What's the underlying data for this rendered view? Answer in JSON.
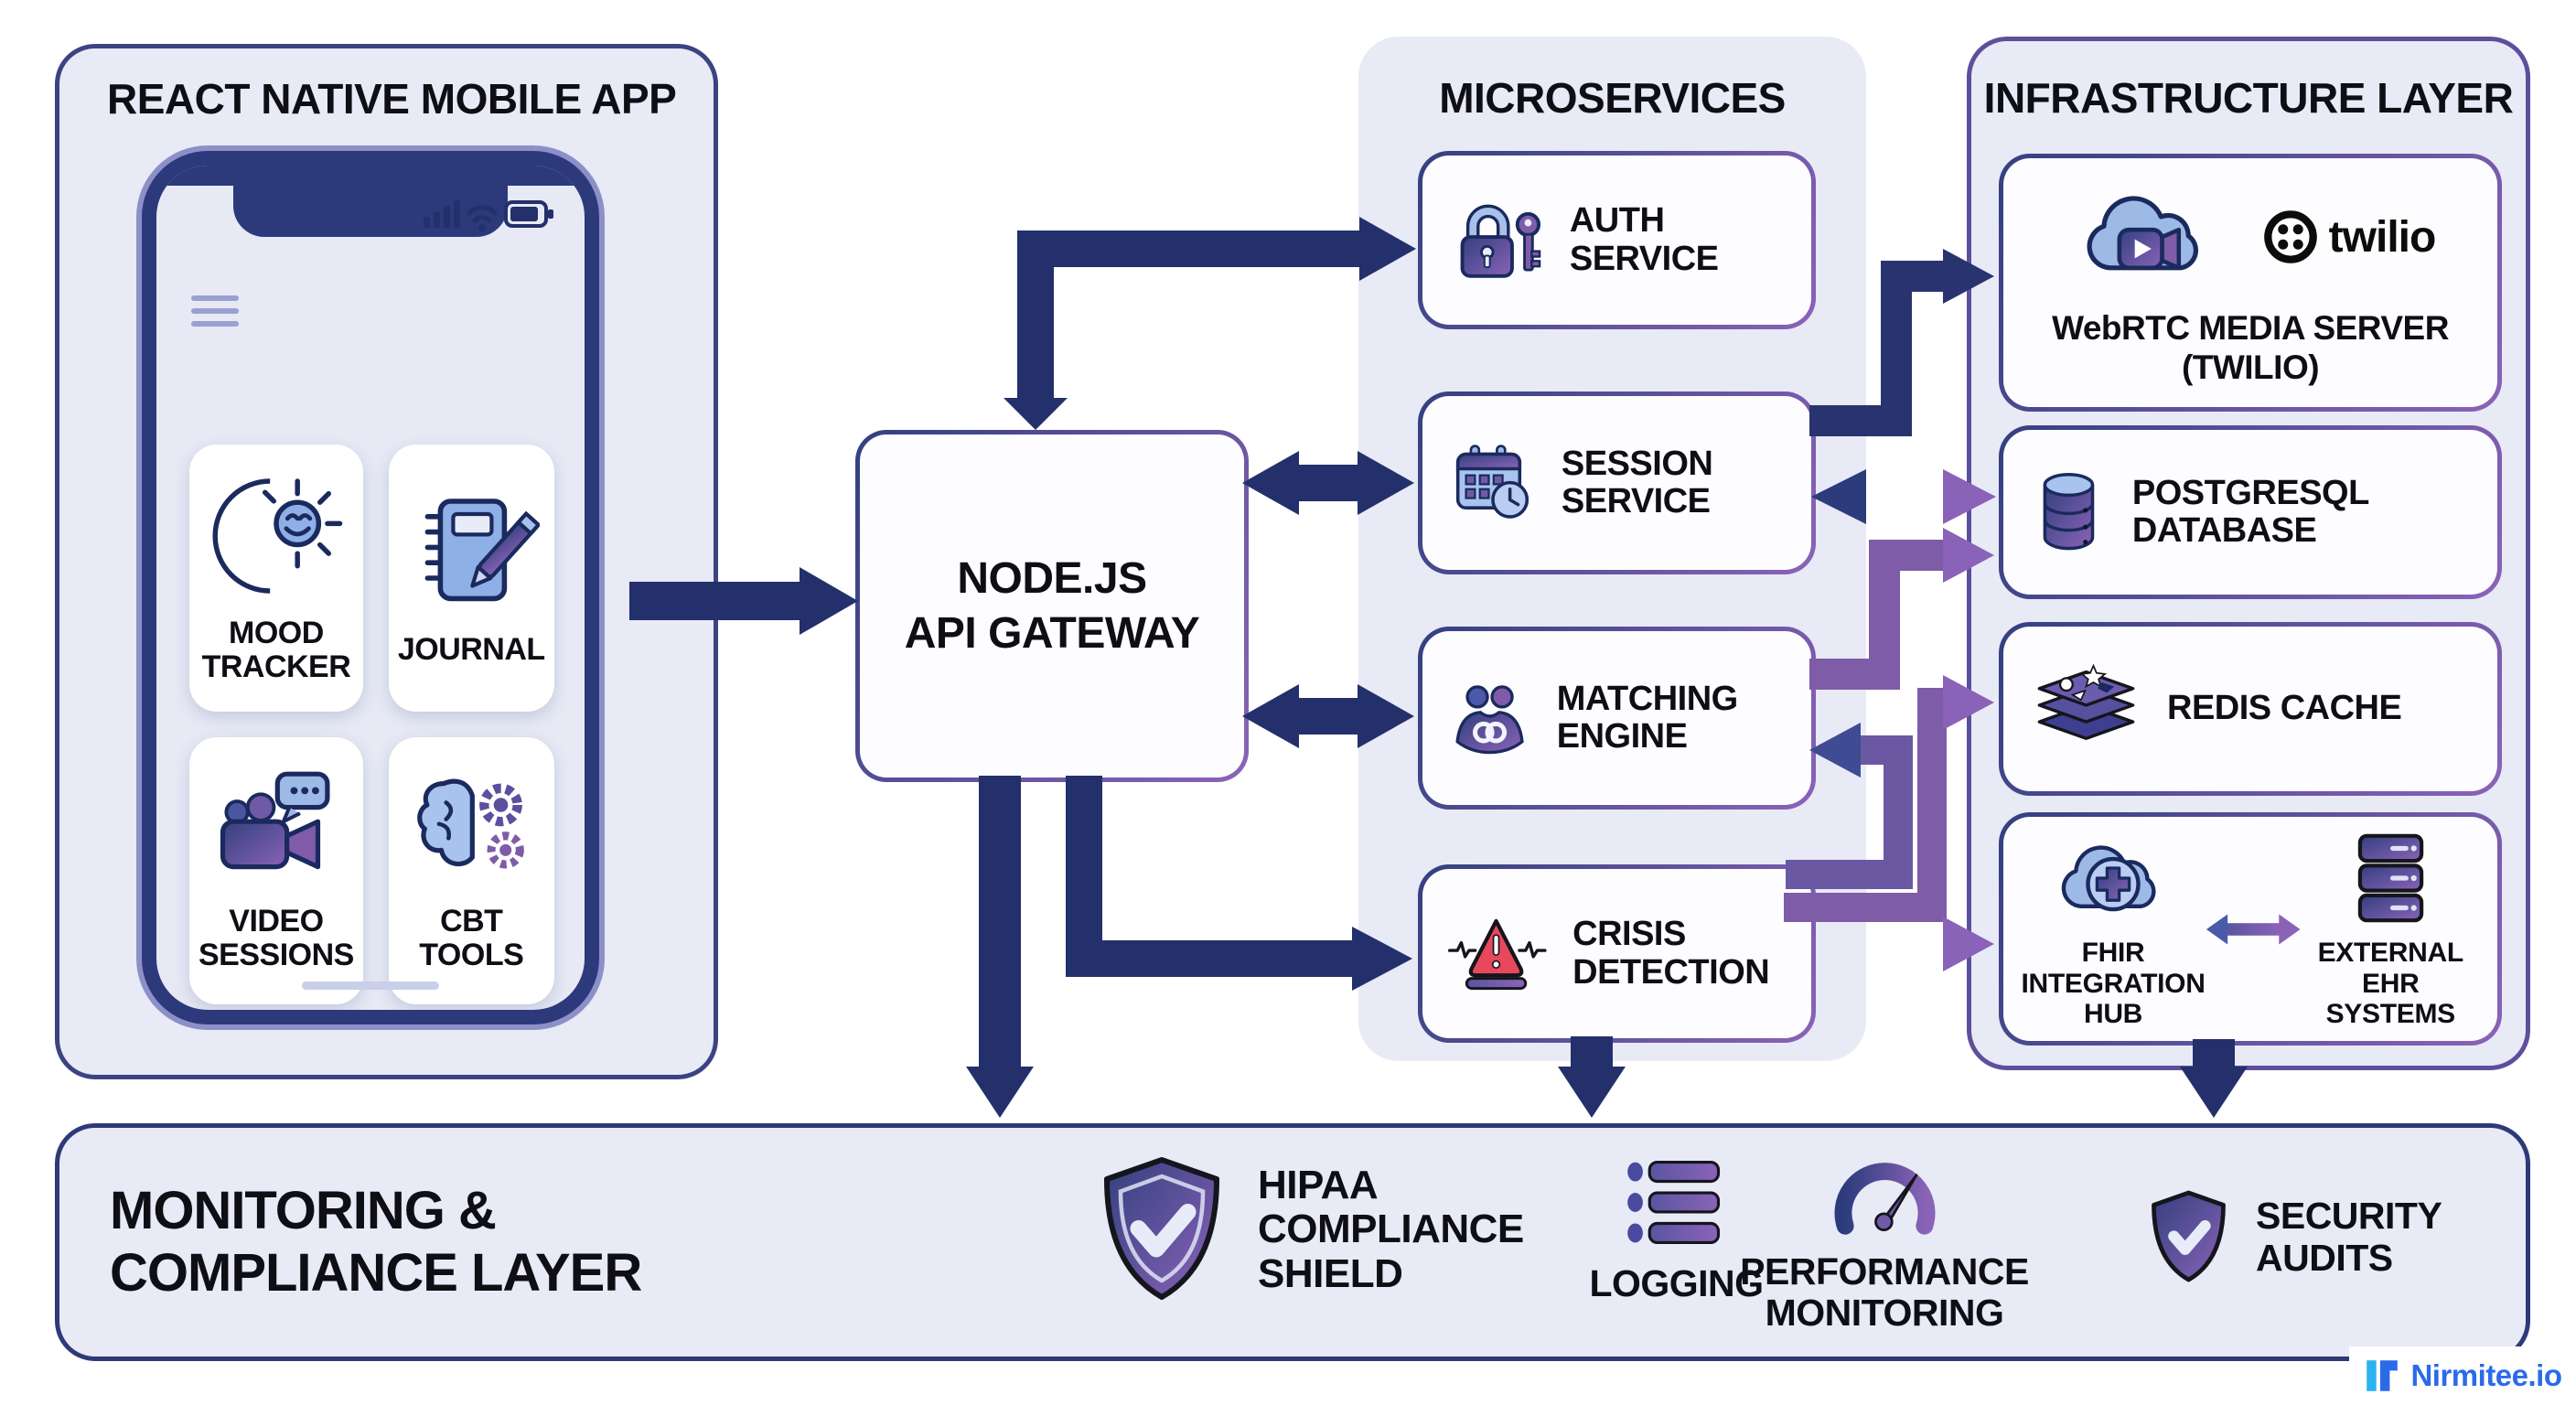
{
  "colors": {
    "panel_bg": "#e8eaf6",
    "arrow_navy": "#24306b",
    "arrow_purple": "#7e5ca8",
    "icon_lightblue": "#9db9e6",
    "crisis_red": "#e8485c",
    "twilio_black": "#0c0c0c",
    "nirmitee_blue": "#2b6be8"
  },
  "react_panel": {
    "title": "REACT NATIVE MOBILE APP",
    "phone": {
      "status_icons": [
        "signal-icon",
        "wifi-icon",
        "battery-icon"
      ],
      "menu_icon": "hamburger-icon",
      "tiles": [
        {
          "label": "MOOD TRACKER",
          "icon": "moon-sun-icon"
        },
        {
          "label": "JOURNAL",
          "icon": "journal-pencil-icon"
        },
        {
          "label": "VIDEO SESSIONS",
          "icon": "video-camera-chat-icon"
        },
        {
          "label": "CBT TOOLS",
          "icon": "brain-gears-icon"
        }
      ]
    }
  },
  "gateway": {
    "line1": "NODE.JS",
    "line2": "API GATEWAY"
  },
  "microservices": {
    "title": "MICROSERVICES",
    "services": [
      {
        "label": "AUTH SERVICE",
        "icon": "lock-key-icon"
      },
      {
        "label": "SESSION SERVICE",
        "icon": "calendar-clock-icon"
      },
      {
        "label": "MATCHING ENGINE",
        "icon": "people-handshake-icon"
      },
      {
        "label": "CRISIS DETECTION",
        "icon": "warning-triangle-icon"
      }
    ]
  },
  "infrastructure": {
    "title": "INFRASTRUCTURE LAYER",
    "webrtc": {
      "label": "WebRTC MEDIA SERVER (TWILIO)",
      "brand": "twilio",
      "icon": "cloud-video-icon",
      "brand_icon": "twilio-logo-icon"
    },
    "postgresql": {
      "label": "POSTGRESQL DATABASE",
      "icon": "database-cylinder-icon"
    },
    "redis": {
      "label": "REDIS CACHE",
      "icon": "redis-stack-icon"
    },
    "fhir": {
      "label": "FHIR INTEGRATION HUB",
      "icon": "cloud-medical-icon"
    },
    "ehr": {
      "label": "EXTERNAL EHR SYSTEMS",
      "icon": "server-rack-icon"
    }
  },
  "monitoring": {
    "title_line1": "MONITORING &",
    "title_line2": "COMPLIANCE LAYER",
    "items": [
      {
        "label": "HIPAA COMPLIANCE SHIELD",
        "icon": "shield-check-icon"
      },
      {
        "label": "LOGGING",
        "icon": "log-list-icon"
      },
      {
        "label": "PERFORMANCE MONITORING",
        "icon": "gauge-icon"
      },
      {
        "label": "SECURITY AUDITS",
        "icon": "shield-check-icon"
      }
    ]
  },
  "branding": {
    "logo_text": "Nirmitee.io",
    "logo_icon": "nirmitee-logo-icon"
  },
  "connections": [
    {
      "from": "React Native Mobile App",
      "to": "Node.js API Gateway",
      "type": "one-way"
    },
    {
      "from": "Node.js API Gateway",
      "to": "Auth Service",
      "type": "two-way-elbow"
    },
    {
      "from": "Node.js API Gateway",
      "to": "Session Service",
      "type": "two-way"
    },
    {
      "from": "Node.js API Gateway",
      "to": "Matching Engine",
      "type": "two-way"
    },
    {
      "from": "Node.js API Gateway",
      "to": "Crisis Detection",
      "type": "one-way"
    },
    {
      "from": "Node.js API Gateway",
      "to": "Monitoring & Compliance Layer",
      "type": "one-way"
    },
    {
      "from": "Session Service",
      "to": "WebRTC Media Server (Twilio)",
      "type": "one-way"
    },
    {
      "from": "Session Service",
      "to": "PostgreSQL Database",
      "type": "two-way"
    },
    {
      "from": "Matching Engine",
      "to": "PostgreSQL Database",
      "type": "one-way"
    },
    {
      "from": "Infrastructure Layer",
      "to": "Matching Engine",
      "type": "one-way"
    },
    {
      "from": "Crisis Detection",
      "to": "Redis Cache",
      "type": "one-way"
    },
    {
      "from": "Crisis Detection",
      "to": "FHIR Integration Hub",
      "type": "one-way"
    },
    {
      "from": "Crisis Detection",
      "to": "Monitoring & Compliance Layer",
      "type": "one-way"
    },
    {
      "from": "FHIR Integration Hub",
      "to": "External EHR Systems",
      "type": "two-way"
    },
    {
      "from": "FHIR Integration Hub",
      "to": "Monitoring & Compliance Layer",
      "type": "one-way"
    }
  ]
}
